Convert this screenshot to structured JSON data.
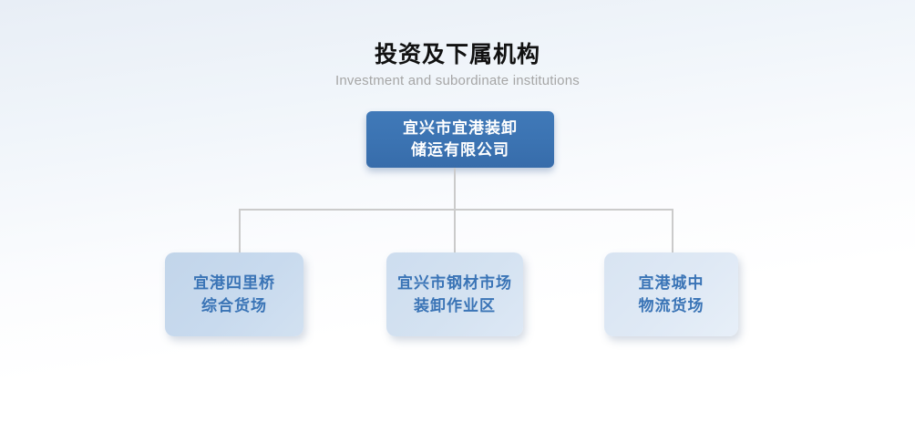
{
  "header": {
    "title": "投资及下属机构",
    "subtitle": "Investment and subordinate institutions"
  },
  "org_chart": {
    "root": {
      "line1": "宜兴市宜港装卸",
      "line2": "储运有限公司"
    },
    "children": [
      {
        "line1": "宜港四里桥",
        "line2": "综合货场"
      },
      {
        "line1": "宜兴市钢材市场",
        "line2": "装卸作业区"
      },
      {
        "line1": "宜港城中",
        "line2": "物流货场"
      }
    ]
  },
  "colors": {
    "background_top": "#e8eef6",
    "background_bottom": "#ffffff",
    "root_fill": "#3b73b2",
    "root_text": "#ffffff",
    "child_fill_1": "#c6d8ec",
    "child_fill_2": "#d3e1f0",
    "child_fill_3": "#dee9f5",
    "child_text": "#3a74b6",
    "connector": "#cbcbcb",
    "title_text": "#111111",
    "subtitle_text": "#a6a6a6"
  }
}
